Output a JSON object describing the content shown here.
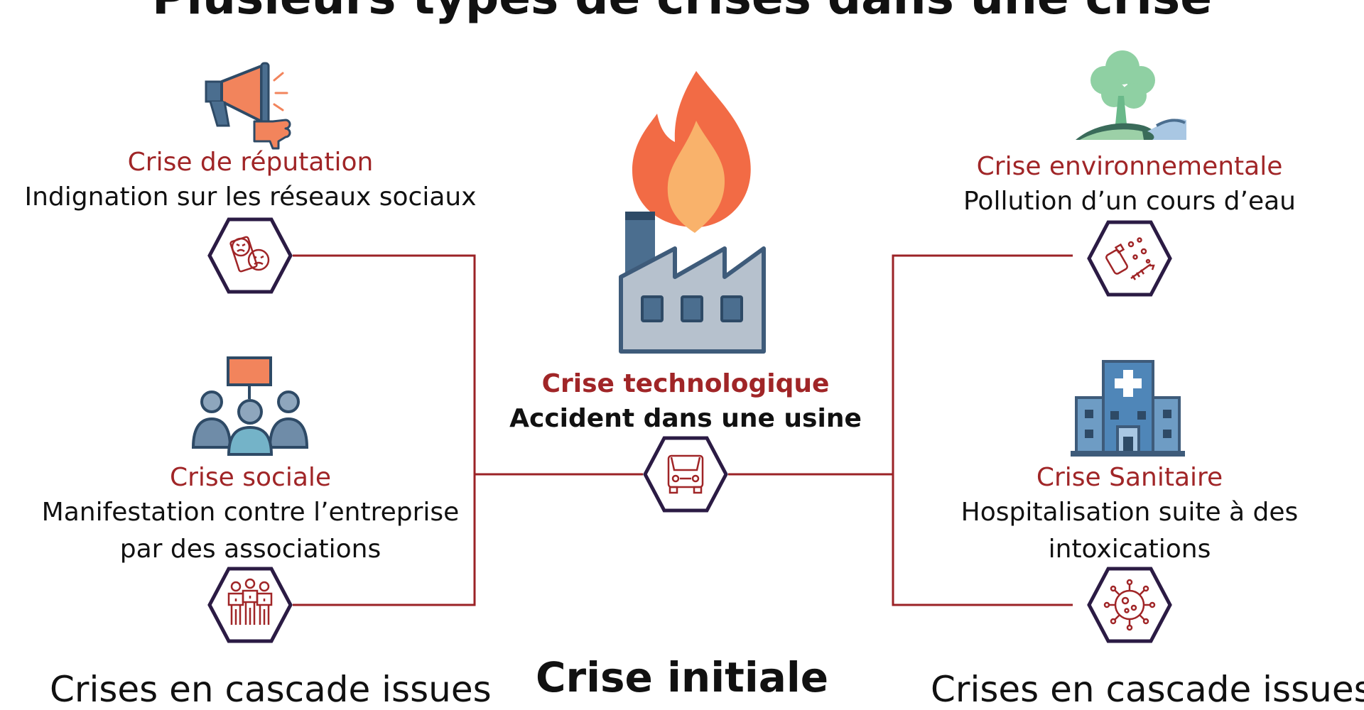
{
  "title": "Plusieurs types de crises dans une crise",
  "bottom": {
    "center": "Crise initiale",
    "left": "Crises en cascade issues",
    "right": "Crises en cascade issues"
  },
  "colors": {
    "accent": "#a02527",
    "line": "#9b2226",
    "hex_border": "#2b1b44",
    "icon_orange": "#f2845c",
    "icon_blue": "#4b6e8f"
  },
  "nodes": {
    "reputation": {
      "category": "Crise de réputation",
      "description": "Indignation sur les réseaux sociaux",
      "illustration": "megaphone-dislike-icon",
      "badge": "angry-phone-faces-icon"
    },
    "social": {
      "category": "Crise sociale",
      "description": "Manifestation contre l’entreprise par des associations",
      "illustration": "crowd-protest-icon",
      "badge": "protesters-icon"
    },
    "technological": {
      "category": "Crise technologique",
      "description": "Accident dans une usine",
      "illustration": "factory-fire-icon",
      "badge": "truck-icon"
    },
    "environmental": {
      "category": "Crise environnementale",
      "description": "Pollution d’un cours d’eau",
      "illustration": "polluted-river-icon",
      "badge": "polluted-water-icon"
    },
    "health": {
      "category": "Crise Sanitaire",
      "description": "Hospitalisation suite à des intoxications",
      "illustration": "hospital-icon",
      "badge": "virus-icon"
    }
  }
}
